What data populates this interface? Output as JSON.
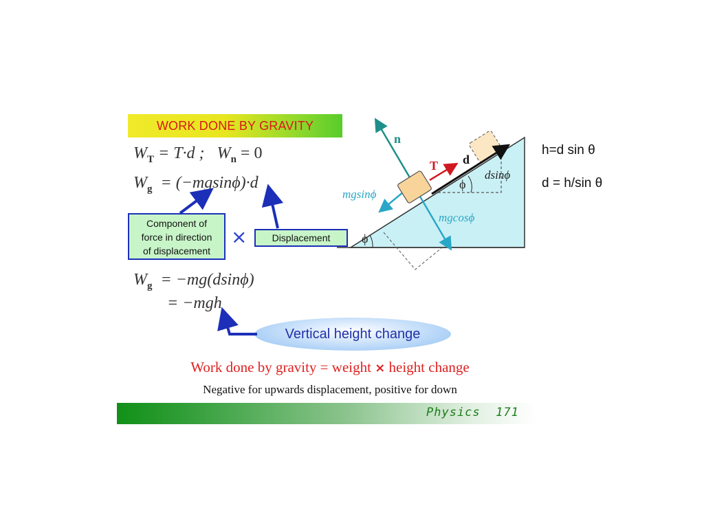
{
  "title": "WORK DONE BY GRAVITY",
  "equations": {
    "wt_line": {
      "w": "W",
      "t_sub": "T",
      "rhs": " = T·d ;",
      "w2": "W",
      "n_sub": "n",
      "rhs2": " = 0"
    },
    "wg_line": {
      "w": "W",
      "g_sub": "g",
      "rhs": "= (−mgsinϕ)·d"
    },
    "wg2_line": {
      "w": "W",
      "g_sub": "g",
      "rhs": "= −mg(dsinϕ)"
    },
    "mgh_line": "= −mgh"
  },
  "labels": {
    "component_lines": [
      "Component of",
      "force in direction",
      "of displacement"
    ],
    "times_symbol": "×",
    "displacement": "Displacement",
    "vertical_height_change": "Vertical height change"
  },
  "summary": {
    "text_before": "Work done by gravity = weight ",
    "symbol": "×",
    "text_after": " height change"
  },
  "note": "Negative for upwards displacement, positive for down",
  "footer": "Physics  171",
  "side_notes": {
    "line1": "h=d sin θ",
    "line2": "d = h/sin θ"
  },
  "diagram": {
    "n_label": "n",
    "t_label": "T",
    "d_label": "d",
    "dsin_label": "dsinϕ",
    "mgsin_label": "mgsinϕ",
    "mgcos_label": "mgcosϕ",
    "phi_label": "ϕ"
  },
  "colors": {
    "arrow_blue": "#1c2fb8",
    "incline_fill": "#c9f0f5",
    "force_teal": "#2aa7c6",
    "normal_green": "#1e8f8a",
    "tension_red": "#d01820",
    "block_fill": "#f8d49a"
  }
}
